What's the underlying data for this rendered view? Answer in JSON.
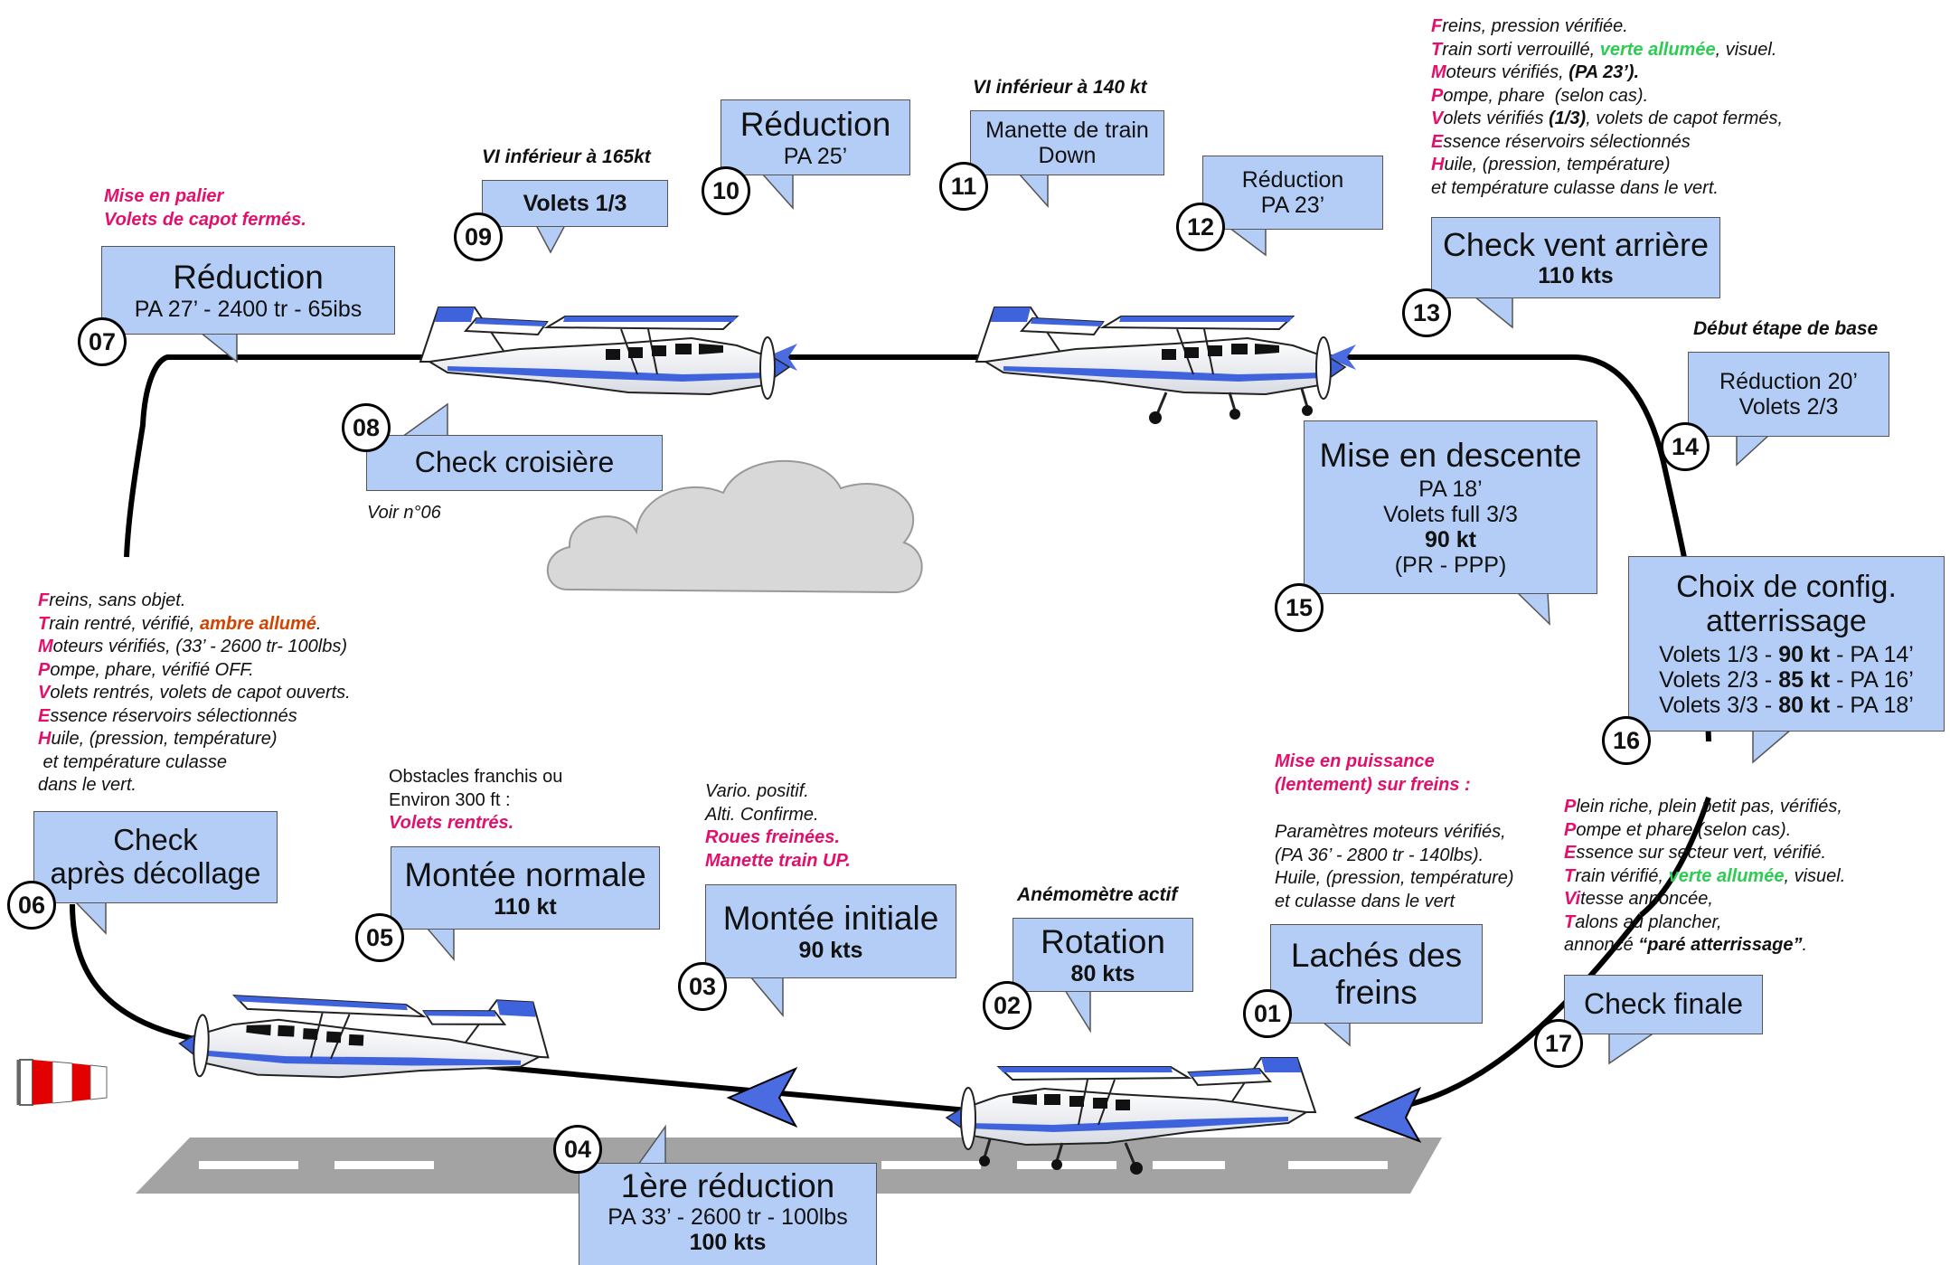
{
  "steps": {
    "s01": {
      "num": "01",
      "title": "Lachés des freins"
    },
    "s02": {
      "num": "02",
      "title": "Rotation",
      "sub": "80 kts"
    },
    "s03": {
      "num": "03",
      "title": "Montée initiale",
      "sub": "90 kts"
    },
    "s04": {
      "num": "04",
      "title": "1ère réduction",
      "l1": "PA 33’ - 2600 tr  - 100lbs",
      "l2": "100 kts"
    },
    "s05": {
      "num": "05",
      "title": "Montée normale",
      "sub": "110 kt"
    },
    "s06": {
      "num": "06",
      "title1": "Check",
      "title2": "après décollage"
    },
    "s07": {
      "num": "07",
      "title": "Réduction",
      "l1": "PA 27’ - 2400 tr  - 65ibs"
    },
    "s08": {
      "num": "08",
      "title": "Check croisière"
    },
    "s09": {
      "num": "09",
      "title": "Volets 1/3"
    },
    "s10": {
      "num": "10",
      "title": "Réduction",
      "l1": "PA 25’"
    },
    "s11": {
      "num": "11",
      "l1": "Manette de train",
      "l2": "Down"
    },
    "s12": {
      "num": "12",
      "l1": "Réduction",
      "l2": "PA 23’"
    },
    "s13": {
      "num": "13",
      "title": "Check vent arrière",
      "sub": "110 kts"
    },
    "s14": {
      "num": "14",
      "l1": "Réduction 20’",
      "l2": "Volets 2/3"
    },
    "s15": {
      "num": "15",
      "title": "Mise en descente",
      "l1": "PA 18’",
      "l2": "Volets full 3/3",
      "l3": "90 kt",
      "l4": "(PR - PPP)"
    },
    "s16": {
      "num": "16",
      "title1": "Choix de config.",
      "title2": "atterrissage",
      "c1a": "Volets 1/3 - ",
      "c1b": "90 kt",
      "c1c": " - PA 14’",
      "c2a": "Volets 2/3 - ",
      "c2b": "85 kt",
      "c2c": " - PA 16’",
      "c3a": "Volets 3/3 - ",
      "c3b": "80 kt",
      "c3c": " - PA 18’"
    },
    "s17": {
      "num": "17",
      "title": "Check finale"
    }
  },
  "headers": {
    "anemometre": "Anémomètre actif",
    "vi165": "VI inférieur à 165kt",
    "vi140": "VI inférieur à 140 kt",
    "base": "Début étape de base",
    "voir": "Voir n°06"
  },
  "notes": {
    "palier": [
      "Mise en palier",
      "Volets de capot fermés."
    ],
    "obstacles": [
      "Obstacles franchis ou",
      "Environ 300 ft :",
      "Volets rentrés."
    ],
    "vario": [
      "Vario. positif.",
      "Alti. Confirme.",
      "Roues freinées.",
      "Manette train UP."
    ],
    "puissance": [
      "Mise en puissance",
      "(lentement) sur freins :"
    ],
    "params": [
      "Paramètres moteurs vérifiés,",
      "(PA 36’ - 2800 tr - 140lbs).",
      "Huile, (pression, température)",
      "et culasse dans le vert"
    ],
    "left_check": {
      "f": [
        "F",
        "reins, sans objet."
      ],
      "t": [
        "T",
        "rain rentré, vérifié, ",
        "ambre allumé",
        "."
      ],
      "m": [
        "M",
        "oteurs vérifiés, (33’ - 2600 tr- 100lbs)"
      ],
      "p": [
        "P",
        "ompe, phare, vérifié OFF."
      ],
      "v": [
        "V",
        "olets rentrés, volets de capot ouverts."
      ],
      "e": [
        "E",
        "ssence réservoirs sélectionnés"
      ],
      "h": [
        "H",
        "uile, (pression, température)"
      ],
      "x1": " et température culasse",
      "x2": "dans le vert."
    },
    "top_check": {
      "f": [
        "F",
        "reins, pression vérifiée."
      ],
      "t": [
        "T",
        "rain sorti verrouillé, ",
        "verte allumée",
        ", visuel."
      ],
      "m": [
        "M",
        "oteurs vérifiés, ",
        "(PA 23’)."
      ],
      "p": [
        "P",
        "ompe, phare  (selon cas)."
      ],
      "v": [
        "V",
        "olets vérifiés ",
        "(1/3)",
        ", volets de capot fermés,"
      ],
      "e": [
        "E",
        "ssence réservoirs sélectionnés"
      ],
      "h": [
        "H",
        "uile, (pression, température)"
      ],
      "x1": "et température culasse dans le vert."
    },
    "final_check": {
      "p": [
        "P",
        "lein riche, plein petit pas, vérifiés,"
      ],
      "p2": [
        "P",
        "ompe et phare (selon cas)."
      ],
      "e": [
        "E",
        "ssence sur secteur vert, vérifié."
      ],
      "t": [
        "T",
        "rain vérifié, ",
        "verte allumée",
        ", visuel."
      ],
      "v": [
        "Vi",
        "tesse annoncée,"
      ],
      "ta": [
        "T",
        "alons au plancher,"
      ],
      "an": [
        "annoncé ",
        "“paré atterrissage”",
        "."
      ]
    }
  },
  "colors": {
    "box_fill": "#b4cdf6",
    "accent": "#e3106b",
    "amber": "#d24400",
    "green": "#2ecc52",
    "runway": "#a3a3a3",
    "plane_blue": "#3f63dd"
  }
}
